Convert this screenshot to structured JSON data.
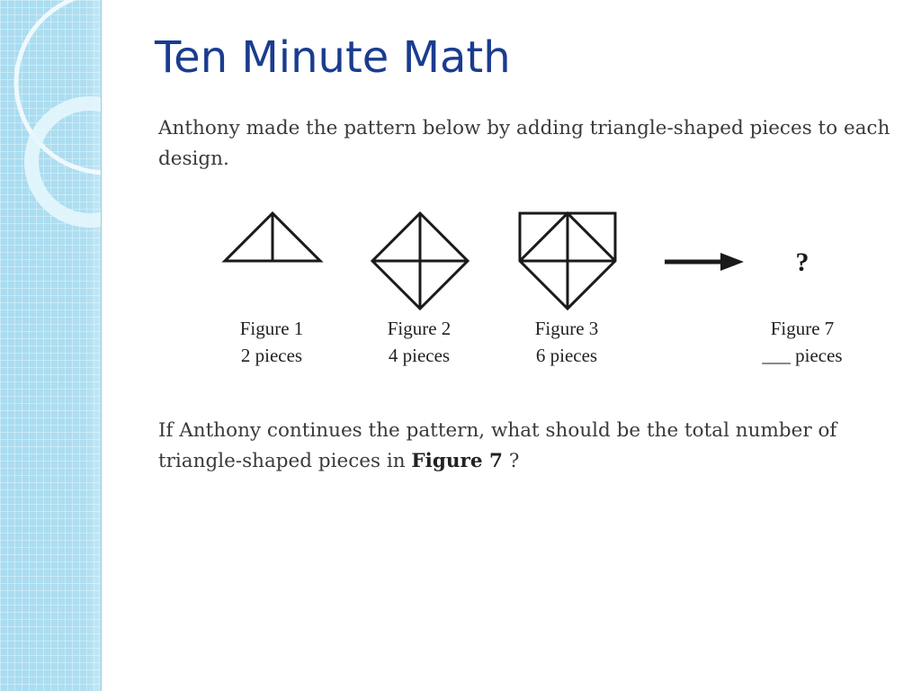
{
  "slide": {
    "title": "Ten Minute Math",
    "intro": "Anthony made the pattern below by adding triangle-shaped pieces to each design.",
    "question": {
      "text_before": "If Anthony continues the pattern, what should be the total number of triangle-shaped pieces in ",
      "emphasis": "Figure 7",
      "text_after": " ?"
    }
  },
  "figures": [
    {
      "label": "Figure 1",
      "pieces": "2 pieces"
    },
    {
      "label": "Figure 2",
      "pieces": "4 pieces"
    },
    {
      "label": "Figure 3",
      "pieces": "6 pieces"
    },
    {
      "label": "Figure 7",
      "pieces": "___ pieces"
    }
  ],
  "unknown_mark": "?",
  "colors": {
    "title": "#1a3c8f",
    "sidebar_base": "#a9dcf0",
    "sidebar_grid": "#ffffff",
    "body_text": "#3a3a3a",
    "line": "#1a1a1a"
  }
}
